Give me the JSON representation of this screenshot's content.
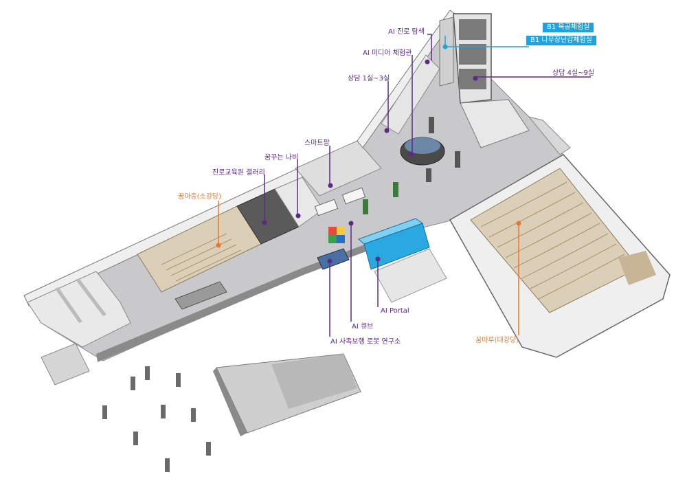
{
  "colors": {
    "purple": "#5b2a86",
    "orange": "#e8782a",
    "cyan": "#1fa3e0",
    "floor": "#c9c9cb",
    "wall": "#f3f3f3",
    "wall_dark": "#5a5a5a",
    "wood": "#dccfb8",
    "portal": "#2aa8e0"
  },
  "labels": {
    "b1_wood": "B1 목공체험실",
    "b1_toy": "B1 나무장난감체험실",
    "counsel_4_9": "상담 4실~9실",
    "ai_career": "AI 진로 탐색",
    "ai_media": "AI 미디어 체험관",
    "counsel_1_3": "상담 1실~3실",
    "smart_farm": "스마트팜",
    "butterfly": "꿈꾸는 나비",
    "gallery": "진로교육원 갤러리",
    "small_hall": "꿈마중(소강당)",
    "ai_portal": "AI Portal",
    "ai_cube": "AI 큐브",
    "ai_robot": "AI 사족보행 로봇 연구소",
    "big_hall": "꿈마루(대강당)"
  }
}
